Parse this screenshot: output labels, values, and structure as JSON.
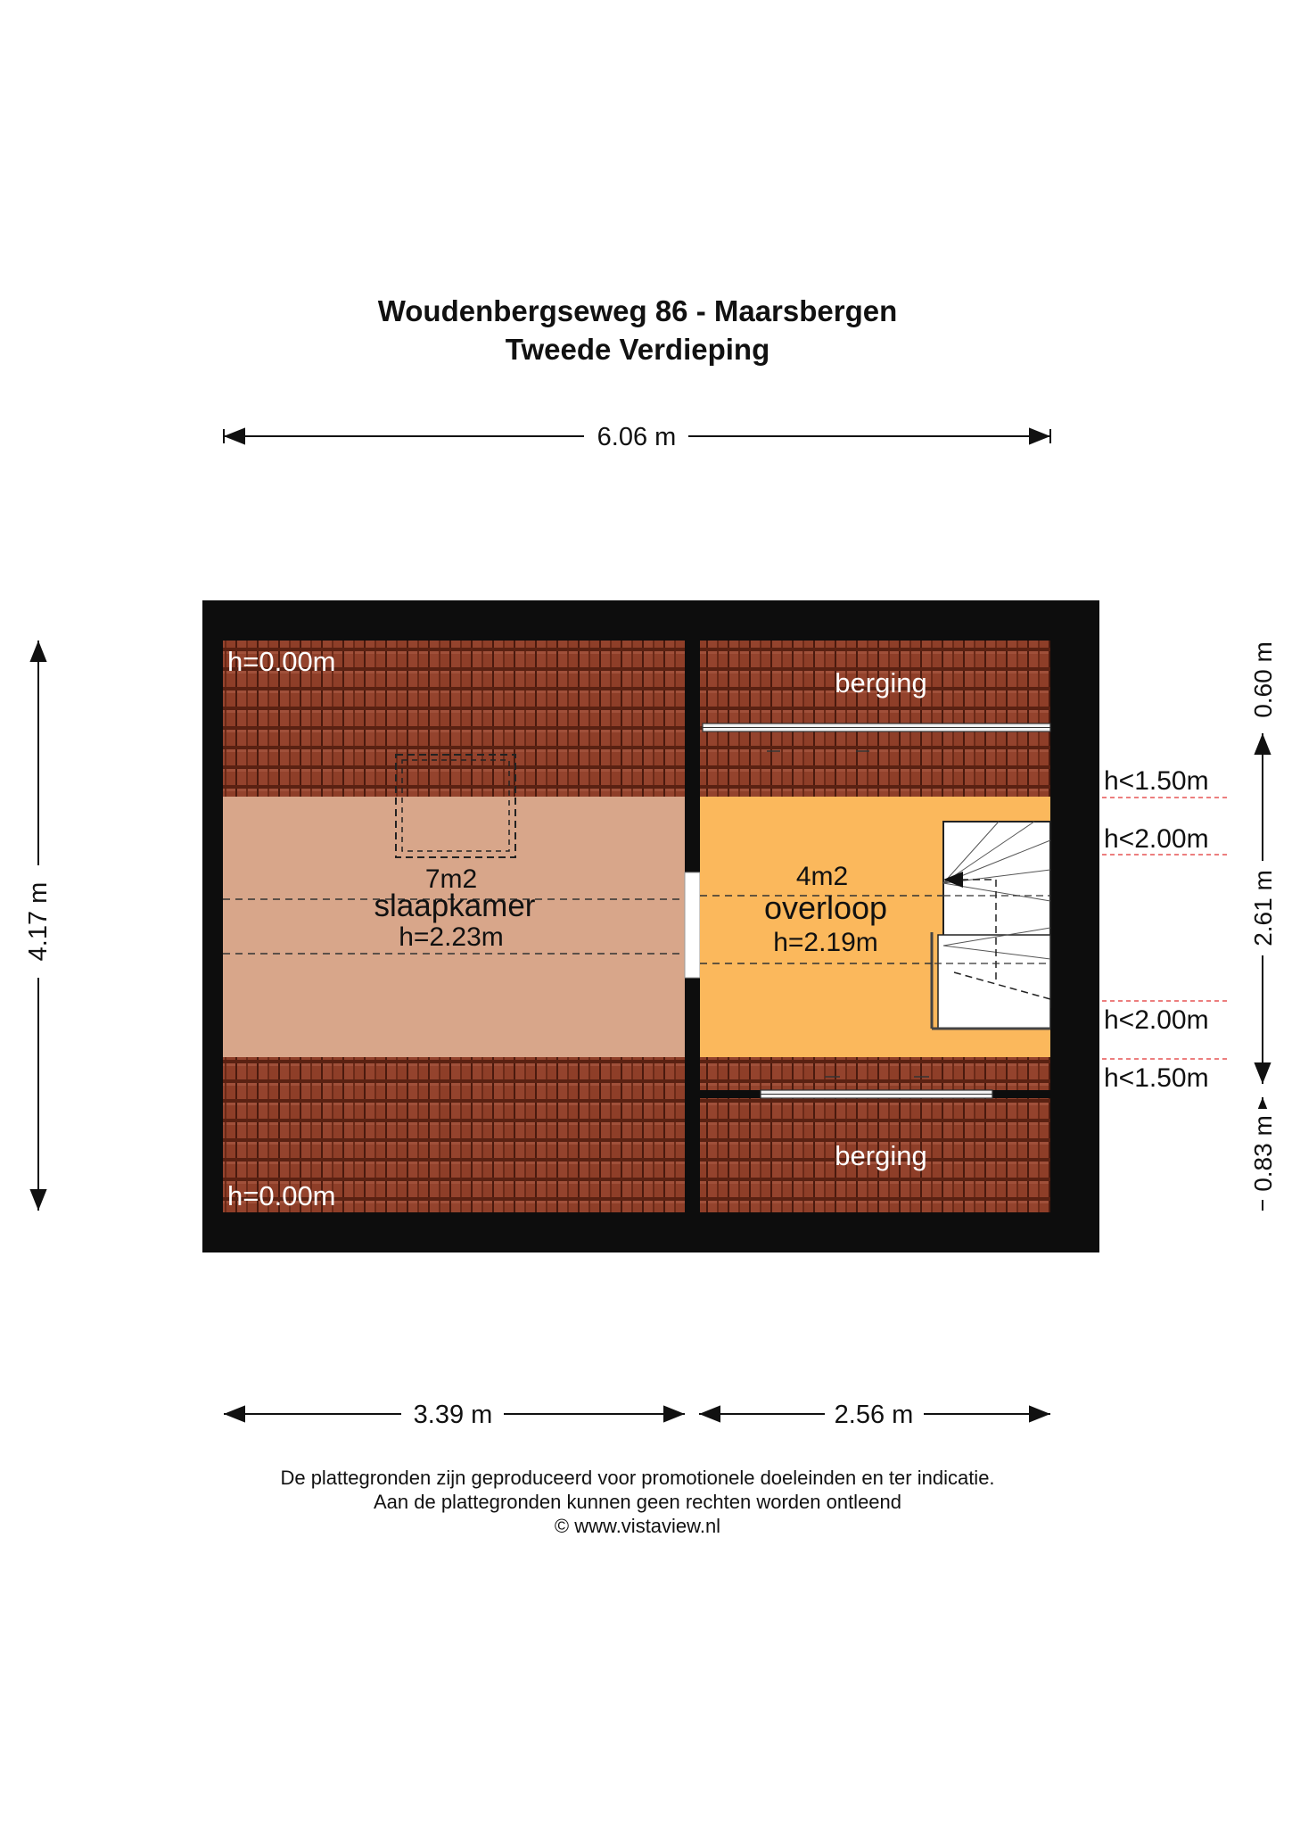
{
  "title": {
    "address": "Woudenbergseweg 86 - Maarsbergen",
    "floor": "Tweede Verdieping"
  },
  "dimensions": {
    "top_width": "6.06 m",
    "left_height": "4.17 m",
    "bottom_left": "3.39 m",
    "bottom_right": "2.56 m",
    "right_top": "0.60 m",
    "right_middle": "2.61 m",
    "right_bottom": "0.83 m"
  },
  "rooms": {
    "slaapkamer": {
      "area": "7m2",
      "name": "slaapkamer",
      "height": "h=2.23m"
    },
    "overloop": {
      "area": "4m2",
      "name": "overloop",
      "height": "h=2.19m"
    },
    "berging_top": {
      "name": "berging"
    },
    "berging_bottom": {
      "name": "berging"
    }
  },
  "height_markers": {
    "left_top": "h=0.00m",
    "left_bottom": "h=0.00m",
    "right_1": "h<1.50m",
    "right_2": "h<2.00m",
    "right_3": "h<2.00m",
    "right_4": "h<1.50m"
  },
  "footer": {
    "line1": "De plattegronden zijn geproduceerd voor promotionele doeleinden en ter indicatie.",
    "line2": "Aan de plattegronden kunnen geen rechten worden ontleend",
    "line3": "© www.vistaview.nl"
  },
  "colors": {
    "wall": "#0d0d0d",
    "roof_tile": "#8a3b26",
    "slaapkamer_floor": "#d8a68a",
    "overloop_floor": "#fbb85c"
  }
}
